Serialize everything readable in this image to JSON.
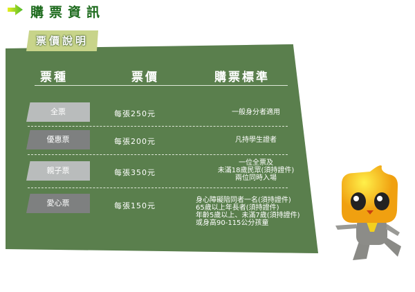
{
  "header": {
    "title": "購票資訊",
    "icon": "arrow-right-icon"
  },
  "section_tab": "票價說明",
  "columns": [
    "票種",
    "票價",
    "購票標準"
  ],
  "rows": [
    {
      "type": "全票",
      "price": "每張250元",
      "criteria": [
        "一般身分者適用"
      ]
    },
    {
      "type": "優惠票",
      "price": "每張200元",
      "criteria": [
        "凡持學生證者"
      ]
    },
    {
      "type": "親子票",
      "price": "每張350元",
      "criteria": [
        "一位全票及",
        "未滿18歲民眾(須持證件)",
        "兩位同時入場"
      ]
    },
    {
      "type": "愛心票",
      "price": "每張150元",
      "criteria": [
        "身心障礙陪同者一名(須持證件)",
        "65歲以上年長者(須持證件)",
        "年齡5歲以上、未滿7歲(須持證件)",
        "或身高90-115公分孩童"
      ]
    }
  ],
  "colors": {
    "board": "#5a7f4d",
    "title": "#1d6b1d",
    "tab": "#c8d48a"
  }
}
